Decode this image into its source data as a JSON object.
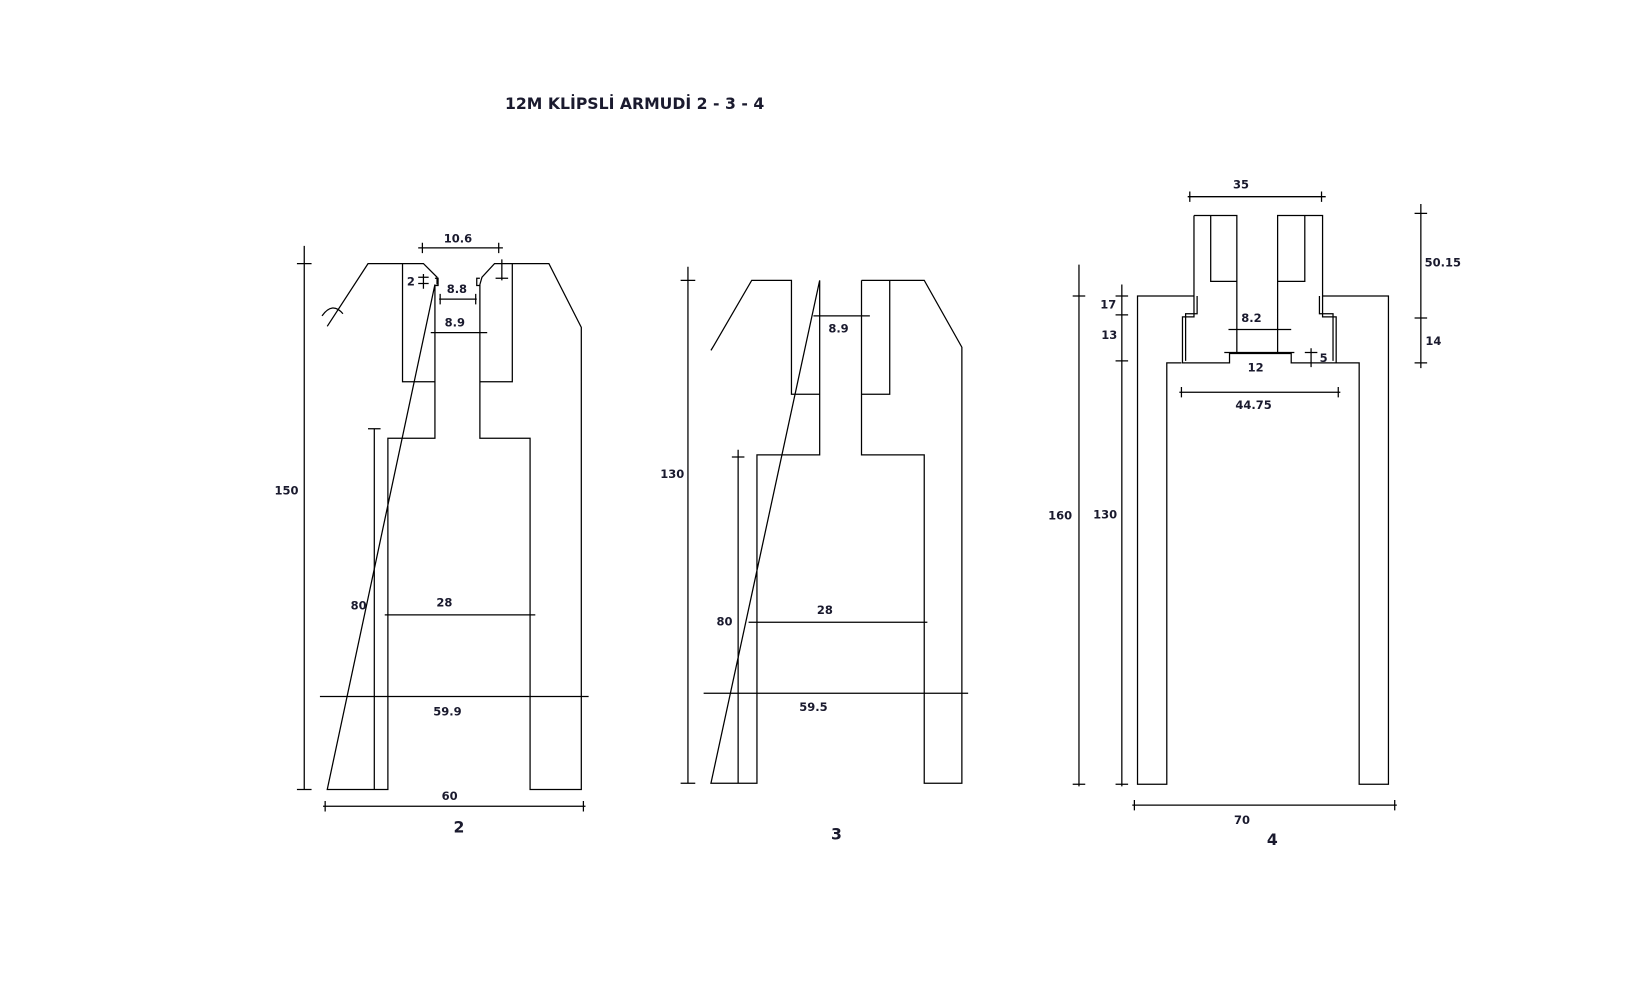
{
  "title": "12M KLİPSLİ ARMUDİ 2 - 3 - 4",
  "figures": [
    {
      "label": "2",
      "dims": {
        "height_total": "150",
        "height_inner": "80",
        "inner_width": "28",
        "mid_width": "59.9",
        "bottom_width": "60",
        "top_gap": "10.6",
        "slot_step": "2",
        "neck_top": "8.8",
        "neck": "8.9"
      }
    },
    {
      "label": "3",
      "dims": {
        "height_total": "130",
        "height_inner": "80",
        "inner_width": "28",
        "mid_width": "59.5",
        "neck": "8.9"
      }
    },
    {
      "label": "4",
      "dims": {
        "top_width": "35",
        "right_upper": "50.15",
        "right_lower": "14",
        "step_upper": "17",
        "step_lower": "13",
        "height_total": "160",
        "height_inner": "130",
        "neck": "8.2",
        "base_notch": "12",
        "notch_depth": "5",
        "inner_width": "44.75",
        "bottom_width": "70"
      }
    }
  ]
}
